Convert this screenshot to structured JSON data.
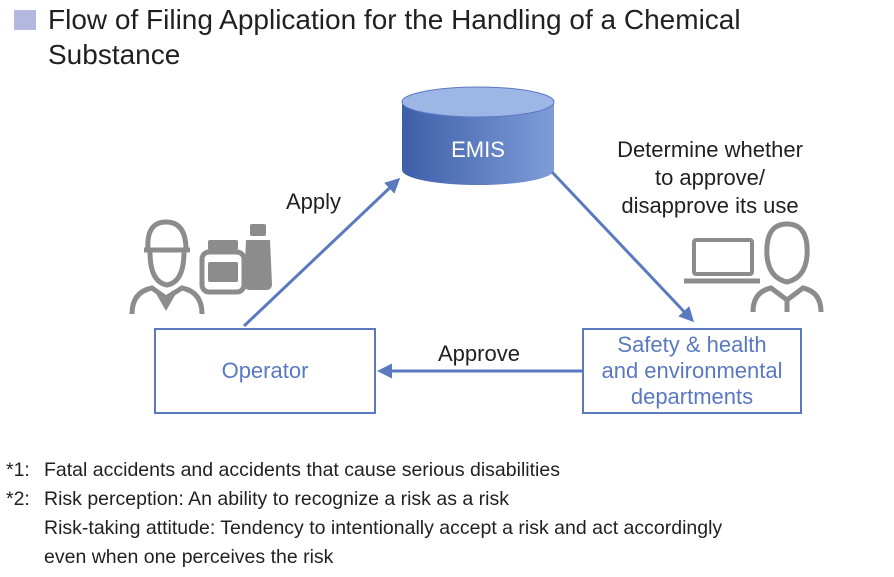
{
  "title": "Flow of Filing Application for the Handling of a Chemical Substance",
  "nodes": {
    "emis": "EMIS",
    "operator": "Operator",
    "departments": [
      "Safety & health",
      "and environmental",
      "departments"
    ]
  },
  "edges": {
    "apply": "Apply",
    "determine": [
      "Determine whether",
      "to approve/",
      "disapprove its use"
    ],
    "approve": "Approve"
  },
  "notes": [
    {
      "mark": "*1:",
      "lines": [
        "Fatal accidents and accidents that cause serious disabilities"
      ]
    },
    {
      "mark": "*2:",
      "lines": [
        "Risk perception: An ability to recognize a risk as a risk",
        "Risk-taking attitude: Tendency to intentionally accept a risk and act accordingly",
        "even when one perceives the risk"
      ]
    }
  ],
  "colors": {
    "accent": "#5a79c0",
    "bullet": "#b3b8de",
    "icon_gray": "#8c8c8c"
  },
  "icons": [
    "worker-icon",
    "chemical-jar-icon",
    "chemical-bottle-icon",
    "laptop-icon",
    "manager-icon"
  ]
}
